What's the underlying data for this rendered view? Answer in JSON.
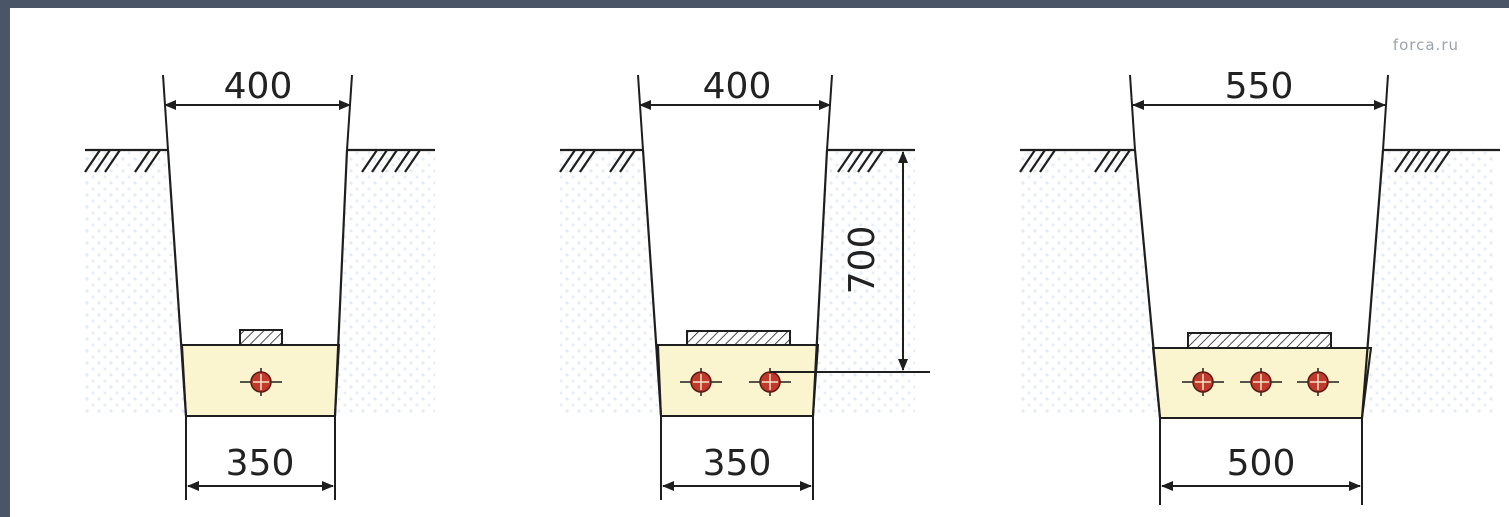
{
  "watermark": "forca.ru",
  "colors": {
    "frame": "#4a5568",
    "sand": "#fbf5cf",
    "cable": "#c0392b",
    "line": "#1e1e1e",
    "soil": "#f4f7fb"
  },
  "trenches": [
    {
      "top_width": "400",
      "bottom_width": "350",
      "cables": 1,
      "depth": ""
    },
    {
      "top_width": "400",
      "bottom_width": "350",
      "cables": 2,
      "depth": "700"
    },
    {
      "top_width": "550",
      "bottom_width": "500",
      "cables": 3,
      "depth": ""
    }
  ]
}
